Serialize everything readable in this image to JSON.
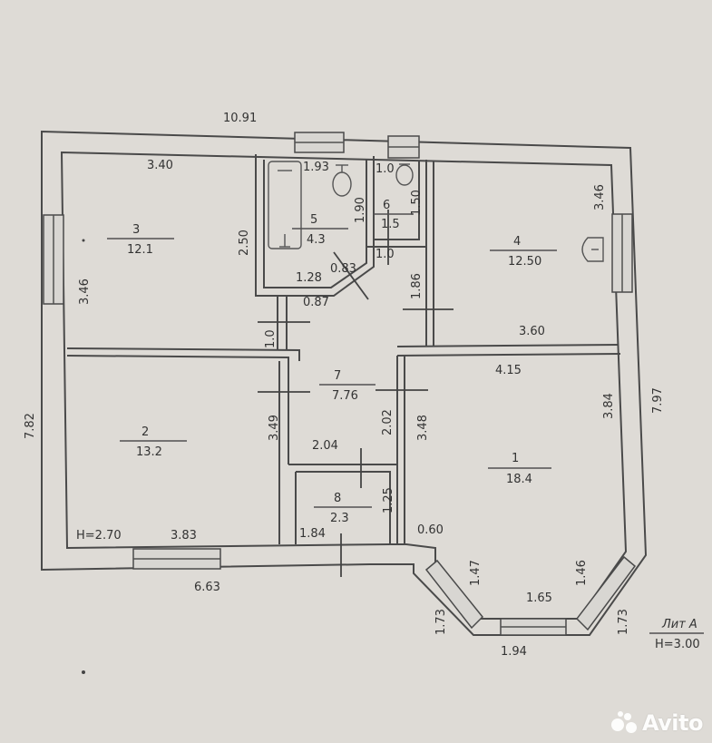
{
  "plan": {
    "dimensions": {
      "top_total": "10.91",
      "left_total": "7.82",
      "right_total": "7.97",
      "bottom_left": "6.63",
      "bay_bottom": "1.94",
      "bay_left_diag": "1.73",
      "bay_right_diag": "1.73",
      "bay_left_inner": "1.47",
      "bay_right_inner": "1.46",
      "bay_inner_width": "1.65",
      "r3_top": "3.40",
      "r3_side": "3.46",
      "r3_right": "2.50",
      "r5_top": "1.93",
      "r5_side": "1.90",
      "r5_bottom": "1.28",
      "r5_diag": "0.83",
      "hall_top": "0.87",
      "r6_top": "1.0",
      "r6_side": "1.50",
      "r6_bottom": "1.0",
      "hall_upper": "1.86",
      "r4_side": "3.46",
      "r4_bottom": "3.60",
      "hall_left_small": "1.0",
      "r1_top": "4.15",
      "r1_right": "3.84",
      "r2_right": "3.49",
      "hall_right": "2.02",
      "r1_left": "3.48",
      "hall_bottom": "2.04",
      "r8_side": "1.25",
      "r8_bottom": "1.84",
      "r1_step": "0.60",
      "r2_bottom": "3.83",
      "height_left": "H=2.70"
    },
    "rooms": [
      {
        "num": "1",
        "area": "18.4"
      },
      {
        "num": "2",
        "area": "13.2"
      },
      {
        "num": "3",
        "area": "12.1"
      },
      {
        "num": "4",
        "area": "12.50"
      },
      {
        "num": "5",
        "area": "4.3"
      },
      {
        "num": "6",
        "area": "1.5"
      },
      {
        "num": "7",
        "area": "7.76"
      },
      {
        "num": "8",
        "area": "2.3"
      }
    ],
    "sheet": {
      "label": "Лит А",
      "height": "Н=3.00"
    }
  },
  "watermark": {
    "text": "Avito"
  }
}
